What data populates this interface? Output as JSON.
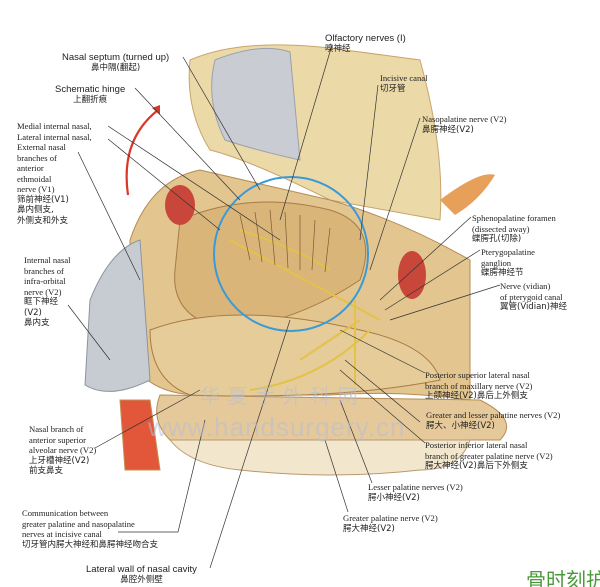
{
  "labels": {
    "nasal_septum": {
      "en": "Nasal septum (turned up)",
      "zh": "鼻中隔(翻起)"
    },
    "schematic_hinge": {
      "en": "Schematic hinge",
      "zh": "上翻折痕"
    },
    "ethmoidal": {
      "en": "Medial internal nasal,\nLateral internal nasal,\nExternal nasal\nbranches of\nanterior\nethmoidal\nnerve (V1)",
      "zh": "筛前神经(V1)\n鼻内侧支,\n外侧支和外支"
    },
    "infraorbital": {
      "en": "Internal nasal\nbranches of\ninfra-orbital\nnerve (V2)",
      "zh": "眶下神经\n(V2)\n鼻内支"
    },
    "olfactory": {
      "en": "Olfactory nerves (I)",
      "zh": "嗅神经"
    },
    "incisive_canal": {
      "en": "Incisive canal",
      "zh": "切牙管"
    },
    "nasopalatine": {
      "en": "Nasopalatine nerve (V2)",
      "zh": "鼻腭神经(V2)"
    },
    "sphenopalatine": {
      "en": "Sphenopalatine foramen\n(dissected away)",
      "zh": "蝶腭孔(切除)"
    },
    "pterygopalatine": {
      "en": "Pterygopalatine\nganglion",
      "zh": "蝶腭神经节"
    },
    "vidian": {
      "en": "Nerve (vidian)\nof pterygoid canal",
      "zh": "翼管(Vidian)神经"
    },
    "post_sup_lat": {
      "en": "Posterior superior lateral nasal\nbranch of maxillary nerve (V2)",
      "zh": "上颌神经(V2)鼻后上外侧支"
    },
    "greater_lesser": {
      "en": "Greater and lesser palatine nerves (V2)",
      "zh": "腭大、小神经(V2)"
    },
    "post_inf_lat": {
      "en": "Posterior inferior lateral nasal\nbranch of greater palatine nerve (V2)",
      "zh": "腭大神经(V2)鼻后下外侧支"
    },
    "lesser_palatine": {
      "en": "Lesser palatine nerves (V2)",
      "zh": "腭小神经(V2)"
    },
    "greater_palatine": {
      "en": "Greater palatine nerve (V2)",
      "zh": "腭大神经(V2)"
    },
    "nasal_branch_asa": {
      "en": "Nasal branch of\nanterior superior\nalveolar nerve (V2)",
      "zh": "上牙槽神经(V2)\n前支鼻支"
    },
    "communication": {
      "en": "Communication between\ngreater palatine and nasopalatine\nnerves at incisive canal",
      "zh": "切牙管内腭大神经和鼻腭神经吻合支"
    },
    "lateral_wall": {
      "en": "Lateral wall of nasal cavity",
      "zh": "鼻腔外侧壁"
    }
  },
  "watermark": {
    "site": "www.handsurgery.cn",
    "cn": "华 夏 手 外 科 网",
    "corner": "骨时刻护"
  },
  "colors": {
    "bone": "#e9cf9a",
    "highlight_circle": "#3a9ad8",
    "arrow": "#d8372a",
    "blood": "#c8463a",
    "nerve": "#e2c24a"
  }
}
